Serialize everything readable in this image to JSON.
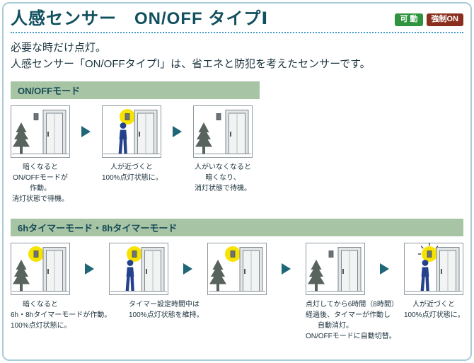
{
  "page": {
    "title": "人感センサー　ON/OFF タイプⅠ",
    "badges": [
      {
        "label": "可 動",
        "bg": "#2e9440"
      },
      {
        "label": "強制ON",
        "bg": "#8a2f1f"
      }
    ],
    "intro": [
      "必要な時だけ点灯。",
      "人感センサー「ON/OFFタイプⅠ」は、省エネと防犯を考えたセンサーです。"
    ]
  },
  "colors": {
    "title_teal": "#11505f",
    "section_header_green": "#a7c4a5",
    "section_header_text": "#174b57",
    "glow_yellow": "#f7e300",
    "arrow_teal": "#1f6678",
    "card_border_blue": "#a9cbd7",
    "dotted_divider_blue": "#3d9dc8",
    "person_blue": "#24418c"
  },
  "sections": [
    {
      "id": "onoff",
      "header": "ON/OFFモード",
      "steps": [
        {
          "scene": {
            "tree": true,
            "person": false,
            "light": "off"
          },
          "caption": [
            "暗くなると",
            "ON/OFFモードが",
            "作動。",
            "消灯状態で待機。"
          ]
        },
        {
          "scene": {
            "tree": false,
            "person": true,
            "light": "on"
          },
          "caption": [
            "人が近づくと",
            "100%点灯状態に。"
          ]
        },
        {
          "scene": {
            "tree": true,
            "person": false,
            "light": "off"
          },
          "caption": [
            "人がいなくなると",
            "暗くなり、",
            "消灯状態で待機。"
          ]
        }
      ]
    },
    {
      "id": "timer",
      "header": "6hタイマーモード・8hタイマーモード",
      "steps": [
        {
          "scene": {
            "tree": true,
            "person": false,
            "light": "on"
          },
          "caption": [
            "暗くなると",
            "6h・8hタイマーモードが作動。",
            "100%点灯状態に。"
          ]
        },
        {
          "scene": {
            "tree": false,
            "person": true,
            "light": "on"
          },
          "caption": [
            "タイマー設定時間中は",
            "100%点灯状態を維持。"
          ]
        },
        {
          "scene": {
            "tree": true,
            "person": false,
            "light": "on"
          },
          "caption": []
        },
        {
          "scene": {
            "tree": true,
            "person": false,
            "light": "off"
          },
          "caption": [
            "点灯してから6時間（8時間）",
            "経過後、タイマーが作動し",
            "自動消灯。",
            "ON/OFFモードに自動切替。"
          ]
        },
        {
          "scene": {
            "tree": false,
            "person": true,
            "light": "flash"
          },
          "caption": [
            "人が近づくと",
            "100%点灯状態に。"
          ]
        }
      ]
    }
  ]
}
